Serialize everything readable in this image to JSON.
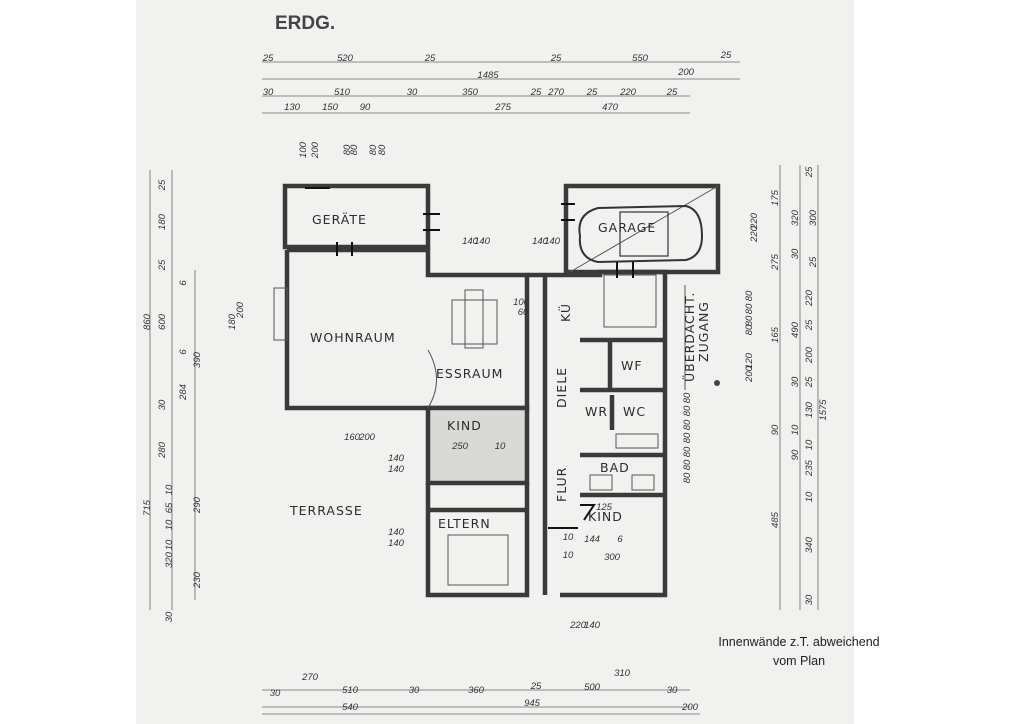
{
  "title": "ERDG.",
  "rooms": {
    "geraete": "GERÄTE",
    "garage": "GARAGE",
    "wohnraum": "WOHNRAUM",
    "essraum": "ESSRAUM",
    "kue": "KÜ",
    "diele": "DIELE",
    "wf": "WF",
    "wr": "WR",
    "wc": "WC",
    "kind1": "KIND",
    "kind2": "KIND",
    "bad": "BAD",
    "flur": "FLUR",
    "eltern": "ELTERN",
    "terrasse": "TERRASSE",
    "zugang1": "ÜBERDACHT.",
    "zugang2": "ZUGANG"
  },
  "note": {
    "line1": "Innenwände z.T. abweichend",
    "line2": "vom Plan"
  },
  "dims": {
    "top": [
      "25",
      "520",
      "25",
      "25",
      "550",
      "25",
      "1485",
      "200",
      "30",
      "510",
      "30",
      "350",
      "25",
      "270",
      "25",
      "220",
      "25",
      "130",
      "150",
      "90",
      "275",
      "470",
      "100",
      "200",
      "80",
      "80",
      "80",
      "80"
    ],
    "left": [
      "25",
      "180",
      "25",
      "6",
      "860",
      "600",
      "200",
      "180",
      "6",
      "390",
      "284",
      "30",
      "280",
      "10",
      "715",
      "65",
      "10",
      "290",
      "10",
      "320",
      "230",
      "30"
    ],
    "right": [
      "25",
      "175",
      "320",
      "300",
      "220",
      "220",
      "30",
      "275",
      "25",
      "80",
      "80",
      "80",
      "80",
      "165",
      "220",
      "490",
      "25",
      "200",
      "120",
      "200",
      "30",
      "25",
      "130",
      "10",
      "1575",
      "90",
      "90",
      "80",
      "80",
      "80",
      "80",
      "80",
      "80",
      "80",
      "10",
      "235",
      "485",
      "10",
      "340",
      "30"
    ],
    "inner": [
      "140",
      "140",
      "140",
      "140",
      "100",
      "60",
      "250",
      "10",
      "160",
      "200",
      "140",
      "140",
      "140",
      "140",
      "125",
      "10",
      "144",
      "6",
      "10",
      "300",
      "220",
      "140"
    ],
    "bottom": [
      "270",
      "310",
      "30",
      "510",
      "30",
      "360",
      "25",
      "500",
      "30",
      "540",
      "945",
      "200"
    ]
  }
}
